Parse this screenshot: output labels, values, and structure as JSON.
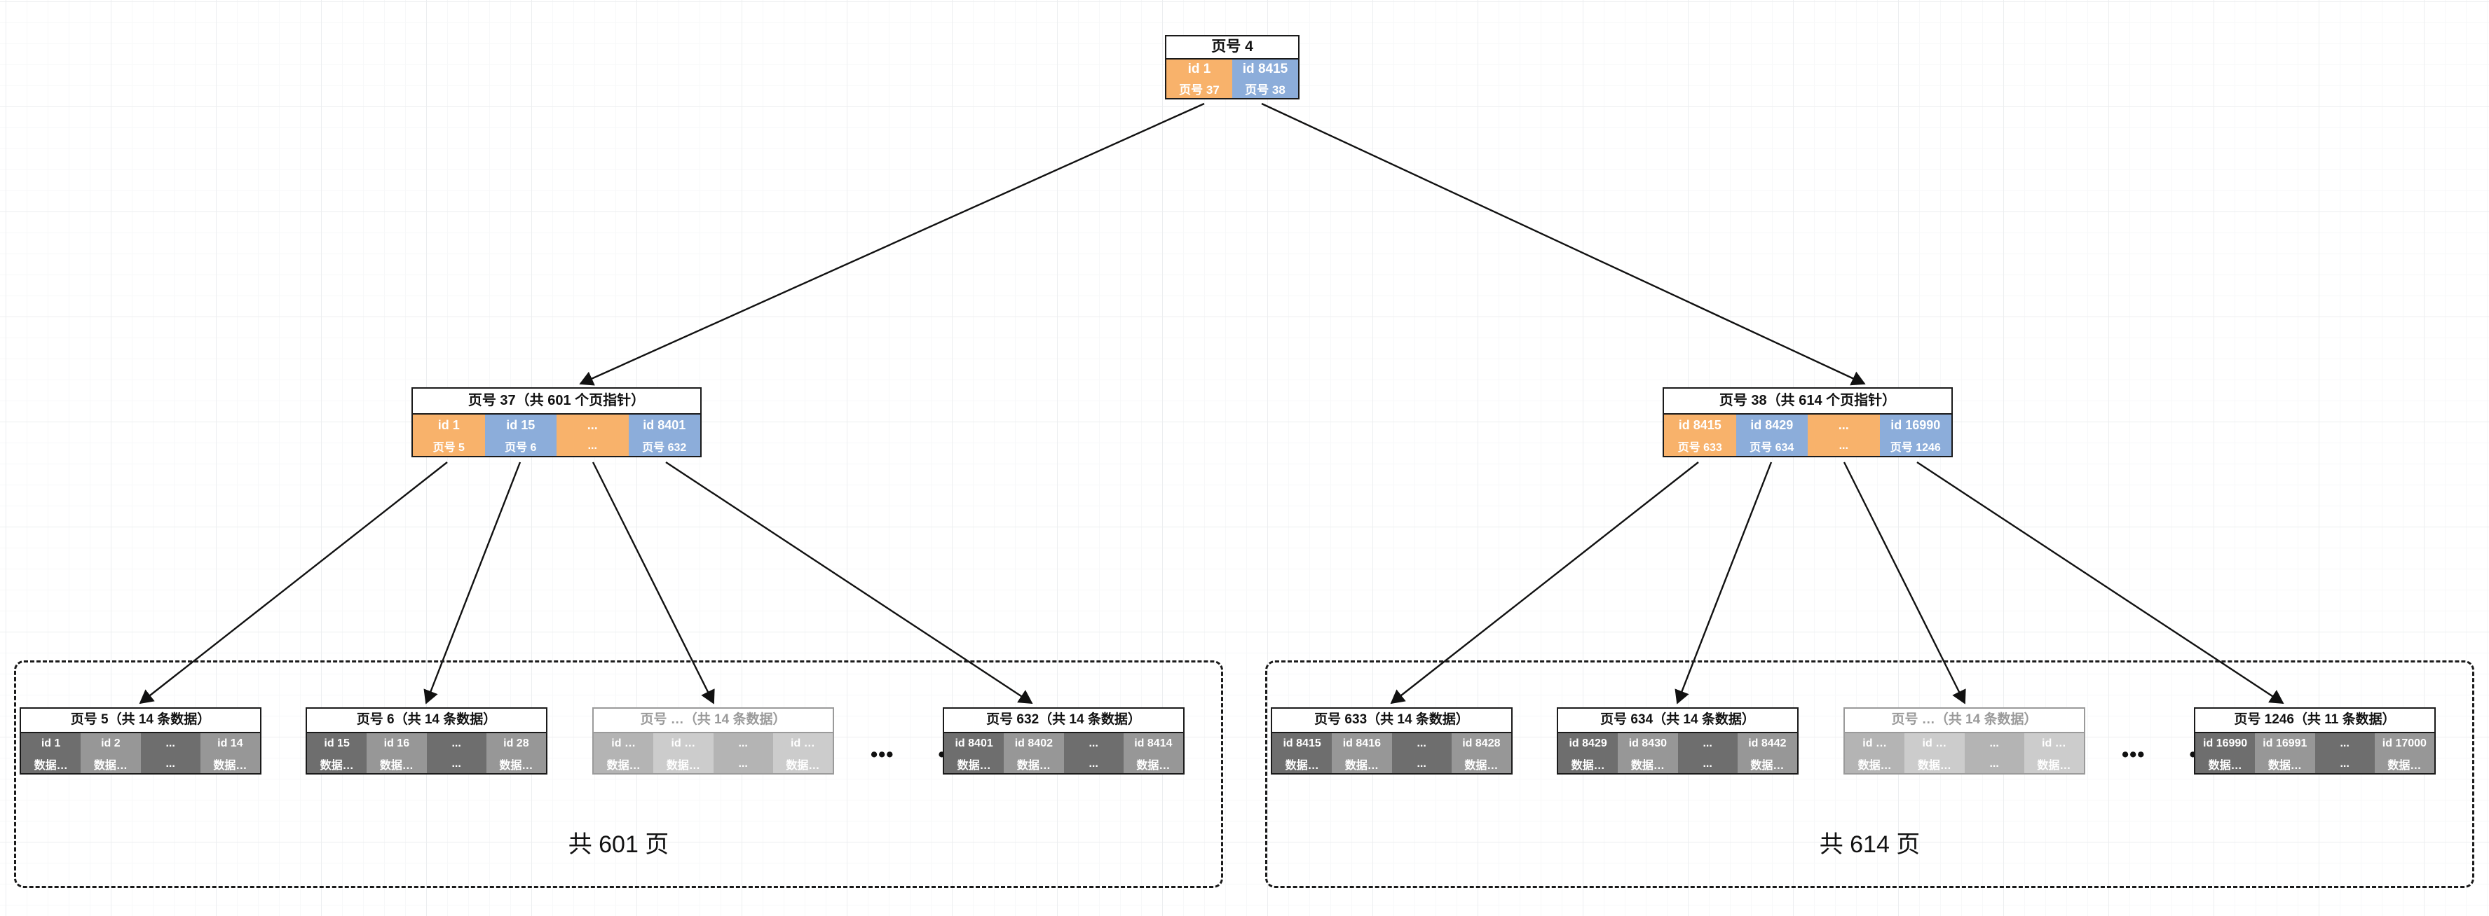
{
  "diagram": {
    "type": "b-plus-tree",
    "title_visible": false
  },
  "root": {
    "title": "页号 4",
    "cells": [
      {
        "id": "id 1",
        "sub": "页号 37",
        "color": "#f8b26b"
      },
      {
        "id": "id 8415",
        "sub": "页号 38",
        "color": "#8cadda"
      }
    ]
  },
  "internal_nodes": [
    {
      "title": "页号 37（共 601 个页指针）",
      "cells": [
        {
          "id": "id 1",
          "sub": "页号 5",
          "color": "#f8b26b"
        },
        {
          "id": "id 15",
          "sub": "页号 6",
          "color": "#8cadda"
        },
        {
          "id": "...",
          "sub": "...",
          "color": "#f8b26b"
        },
        {
          "id": "id 8401",
          "sub": "页号 632",
          "color": "#8cadda"
        }
      ]
    },
    {
      "title": "页号 38（共 614 个页指针）",
      "cells": [
        {
          "id": "id 8415",
          "sub": "页号 633",
          "color": "#f8b26b"
        },
        {
          "id": "id 8429",
          "sub": "页号 634",
          "color": "#8cadda"
        },
        {
          "id": "...",
          "sub": "...",
          "color": "#f8b26b"
        },
        {
          "id": "id 16990",
          "sub": "页号 1246",
          "color": "#8cadda"
        }
      ]
    }
  ],
  "leaf_groups": [
    {
      "caption": "共 601 页",
      "ellipsis": "… …",
      "leaves": [
        {
          "title": "页号 5（共 14 条数据）",
          "faded": false,
          "cells": [
            {
              "id": "id 1",
              "sub": "数据…"
            },
            {
              "id": "id 2",
              "sub": "数据…"
            },
            {
              "id": "...",
              "sub": "..."
            },
            {
              "id": "id 14",
              "sub": "数据…"
            }
          ]
        },
        {
          "title": "页号 6（共 14 条数据）",
          "faded": false,
          "cells": [
            {
              "id": "id 15",
              "sub": "数据…"
            },
            {
              "id": "id 16",
              "sub": "数据…"
            },
            {
              "id": "...",
              "sub": "..."
            },
            {
              "id": "id 28",
              "sub": "数据…"
            }
          ]
        },
        {
          "title": "页号 …（共 14 条数据）",
          "faded": true,
          "cells": [
            {
              "id": "id …",
              "sub": "数据…"
            },
            {
              "id": "id …",
              "sub": "数据…"
            },
            {
              "id": "...",
              "sub": "..."
            },
            {
              "id": "id …",
              "sub": "数据…"
            }
          ]
        },
        {
          "title": "页号 632（共 14 条数据）",
          "faded": false,
          "cells": [
            {
              "id": "id 8401",
              "sub": "数据…"
            },
            {
              "id": "id 8402",
              "sub": "数据…"
            },
            {
              "id": "...",
              "sub": "..."
            },
            {
              "id": "id 8414",
              "sub": "数据…"
            }
          ]
        }
      ]
    },
    {
      "caption": "共 614 页",
      "ellipsis": "… …",
      "leaves": [
        {
          "title": "页号 633（共 14 条数据）",
          "faded": false,
          "cells": [
            {
              "id": "id 8415",
              "sub": "数据…"
            },
            {
              "id": "id 8416",
              "sub": "数据…"
            },
            {
              "id": "...",
              "sub": "..."
            },
            {
              "id": "id 8428",
              "sub": "数据…"
            }
          ]
        },
        {
          "title": "页号 634（共 14 条数据）",
          "faded": false,
          "cells": [
            {
              "id": "id 8429",
              "sub": "数据…"
            },
            {
              "id": "id 8430",
              "sub": "数据…"
            },
            {
              "id": "...",
              "sub": "..."
            },
            {
              "id": "id 8442",
              "sub": "数据…"
            }
          ]
        },
        {
          "title": "页号 …（共 14 条数据）",
          "faded": true,
          "cells": [
            {
              "id": "id …",
              "sub": "数据…"
            },
            {
              "id": "id …",
              "sub": "数据…"
            },
            {
              "id": "...",
              "sub": "..."
            },
            {
              "id": "id …",
              "sub": "数据…"
            }
          ]
        },
        {
          "title": "页号 1246（共 11 条数据）",
          "faded": false,
          "cells": [
            {
              "id": "id 16990",
              "sub": "数据…"
            },
            {
              "id": "id 16991",
              "sub": "数据…"
            },
            {
              "id": "...",
              "sub": "..."
            },
            {
              "id": "id 17000",
              "sub": "数据…"
            }
          ]
        }
      ]
    }
  ],
  "colors": {
    "orange": "#f8b26b",
    "blue": "#8cadda",
    "leaf_dark": "#6e6e6e",
    "leaf_light": "#979797",
    "faded_dark": "#b4b4b4",
    "faded_light": "#cccccc",
    "stroke": "#1a1a1a",
    "grid": "#eceef0"
  }
}
